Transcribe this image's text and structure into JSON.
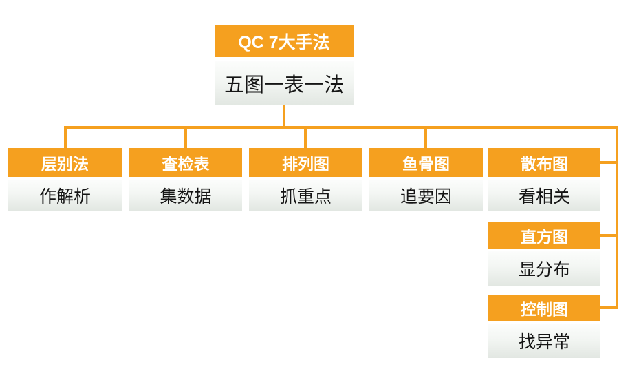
{
  "root": {
    "title": "QC 7大手法",
    "subtitle": "五图一表一法"
  },
  "branches": [
    {
      "name": "层别法",
      "desc": "作解析"
    },
    {
      "name": "查检表",
      "desc": "集数据"
    },
    {
      "name": "排列图",
      "desc": "抓重点"
    },
    {
      "name": "鱼骨图",
      "desc": "追要因"
    },
    {
      "name": "散布图",
      "desc": "看相关"
    },
    {
      "name": "直方图",
      "desc": "显分布"
    },
    {
      "name": "控制图",
      "desc": "找异常"
    }
  ],
  "colors": {
    "accent_orange": "#F5A01F",
    "connector": "#F5A01F",
    "header_text": "#FFFFFF",
    "body_text": "#151515",
    "body_fill_top": "#FCFDFC",
    "body_fill_bottom": "#E2E7E2"
  }
}
